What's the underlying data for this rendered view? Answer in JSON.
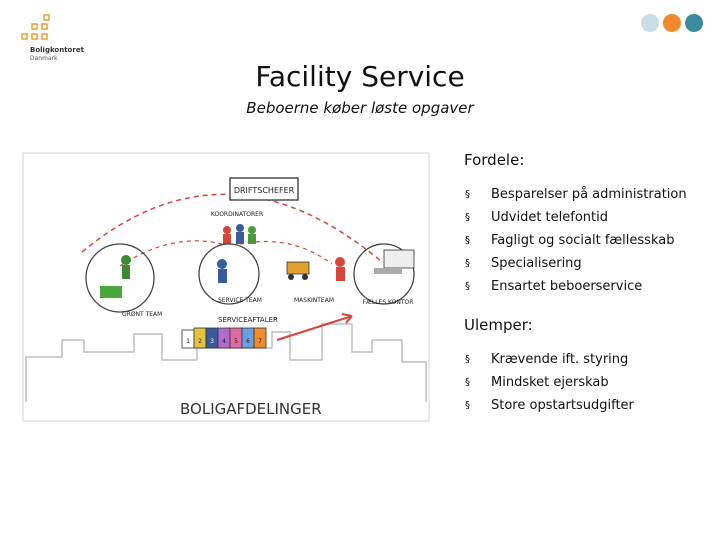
{
  "logo": {
    "name": "Boligkontoret",
    "subtitle": "Danmark"
  },
  "slide": {
    "title": "Facility Service",
    "subtitle": "Beboerne køber løste opgaver"
  },
  "illustration": {
    "labels": {
      "top": "DRIFTSCHEFER",
      "coordinators": "KOORDINATORER",
      "green_team": "GRØNT TEAM",
      "service_team": "SERVICE TEAM",
      "machine_team": "MASKINTEAM",
      "common_office": "FÆLLES KONTOR",
      "service_agreements": "SERVICEAFTALER",
      "bottom": "BOLIGAFDELINGER",
      "agreement_numbers": [
        "1",
        "2",
        "3",
        "4",
        "5",
        "6",
        "7"
      ]
    }
  },
  "pros": {
    "heading": "Fordele:",
    "items": [
      "Besparelser på administration",
      "Udvidet telefontid",
      "Fagligt og socialt fællesskab",
      "Specialisering",
      "Ensartet beboerservice"
    ]
  },
  "cons": {
    "heading": "Ulemper:",
    "items": [
      "Krævende ift. styring",
      "Mindsket ejerskab",
      "Store opstartsudgifter"
    ]
  },
  "bullet_glyph": "§",
  "colors": {
    "logo_orange": "#e8a13a",
    "dot_light": "#c9dde6",
    "dot_orange": "#f08a2b",
    "dot_teal": "#3a8aa0",
    "arrow_red": "#d9443a"
  }
}
